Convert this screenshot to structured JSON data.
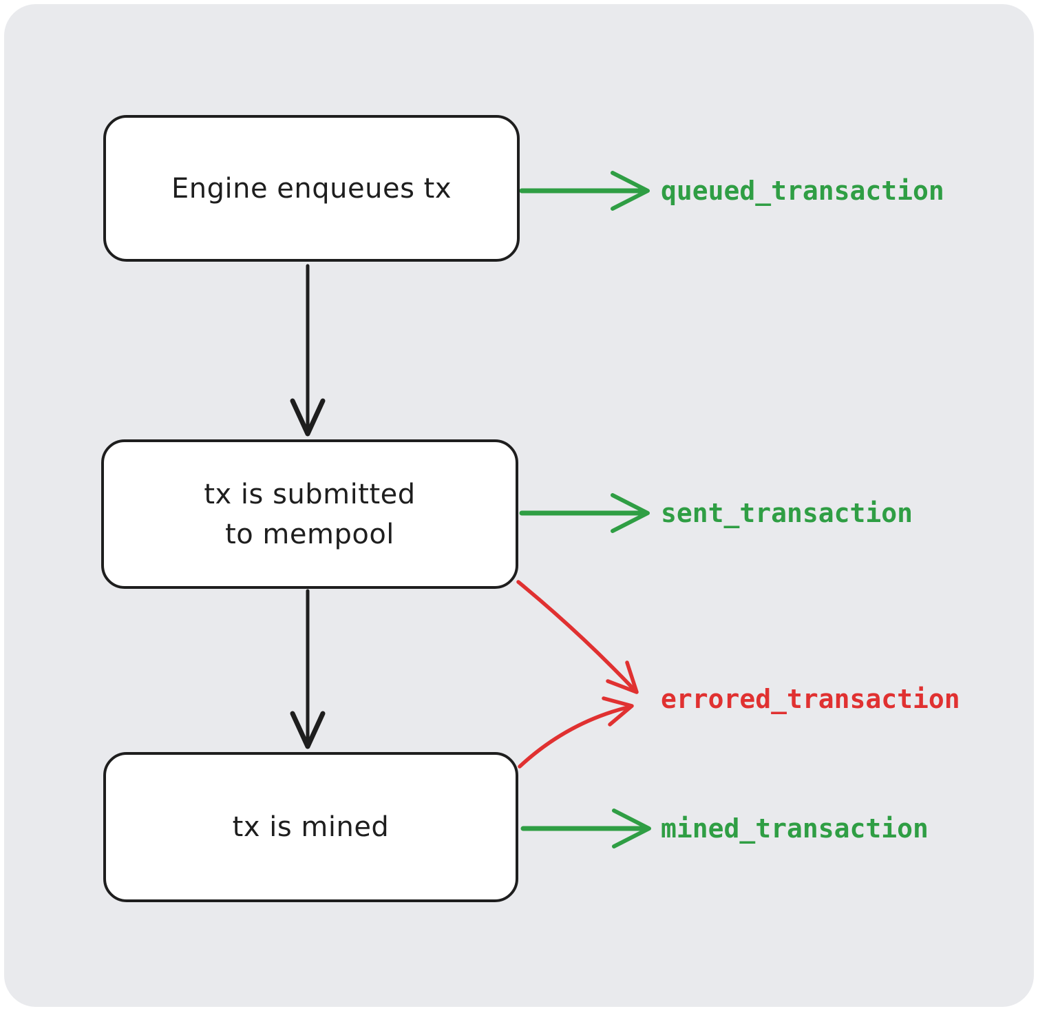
{
  "diagram": {
    "type": "flowchart",
    "background_color": "#e9eaed",
    "node_fill": "#ffffff",
    "node_stroke": "#1e1e1e",
    "success_color": "#2f9e44",
    "error_color": "#e03131",
    "nodes": [
      {
        "id": "engine-enqueues-tx",
        "label": "Engine enqueues tx"
      },
      {
        "id": "tx-submitted-to-mempool",
        "label": "tx is submitted\nto mempool"
      },
      {
        "id": "tx-mined",
        "label": "tx is mined"
      }
    ],
    "events": [
      {
        "id": "queued",
        "name": "queued_transaction",
        "status": "success",
        "color": "#2f9e44"
      },
      {
        "id": "sent",
        "name": "sent_transaction",
        "status": "success",
        "color": "#2f9e44"
      },
      {
        "id": "errored",
        "name": "errored_transaction",
        "status": "error",
        "color": "#e03131"
      },
      {
        "id": "mined",
        "name": "mined_transaction",
        "status": "success",
        "color": "#2f9e44"
      }
    ],
    "edges": [
      {
        "from": "engine-enqueues-tx",
        "to": "tx-submitted-to-mempool",
        "style": "black"
      },
      {
        "from": "tx-submitted-to-mempool",
        "to": "tx-mined",
        "style": "black"
      },
      {
        "from": "engine-enqueues-tx",
        "to": "queued_transaction",
        "style": "green"
      },
      {
        "from": "tx-submitted-to-mempool",
        "to": "sent_transaction",
        "style": "green"
      },
      {
        "from": "tx-submitted-to-mempool",
        "to": "errored_transaction",
        "style": "red"
      },
      {
        "from": "tx-mined",
        "to": "errored_transaction",
        "style": "red"
      },
      {
        "from": "tx-mined",
        "to": "mined_transaction",
        "style": "green"
      }
    ]
  }
}
